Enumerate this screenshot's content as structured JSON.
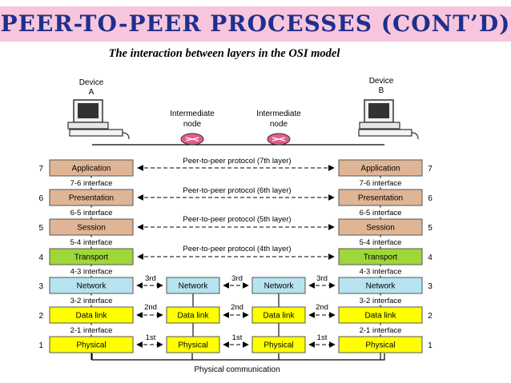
{
  "slide": {
    "title": "PEER-TO-PEER PROCESSES (CONT’D)",
    "subtitle": "The interaction between layers in the OSI model"
  },
  "devices": {
    "left_label": [
      "Device",
      "A"
    ],
    "right_label": [
      "Device",
      "B"
    ],
    "intermediate_label": [
      "Intermediate",
      "node"
    ]
  },
  "colors": {
    "title_bg": "#f7c6dd",
    "title_fg": "#1f2f8c",
    "upper_layers": "#e0b595",
    "transport": "#9fd63a",
    "network": "#b6e3ef",
    "data_link": "#ffff00",
    "physical": "#ffff00"
  },
  "layers": [
    {
      "num": "7",
      "name": "Application"
    },
    {
      "num": "6",
      "name": "Presentation"
    },
    {
      "num": "5",
      "name": "Session"
    },
    {
      "num": "4",
      "name": "Transport"
    },
    {
      "num": "3",
      "name": "Network"
    },
    {
      "num": "2",
      "name": "Data link"
    },
    {
      "num": "1",
      "name": "Physical"
    }
  ],
  "interfaces": [
    "7-6 interface",
    "6-5 interface",
    "5-4 interface",
    "4-3 interface",
    "3-2 interface",
    "2-1 interface"
  ],
  "protocols": [
    "Peer-to-peer protocol (7th layer)",
    "Peer-to-peer protocol (6th layer)",
    "Peer-to-peer protocol (5th layer)",
    "Peer-to-peer protocol (4th layer)"
  ],
  "hop_labels": {
    "network": "3rd",
    "data_link": "2nd",
    "physical": "1st"
  },
  "bottom_label": "Physical communication"
}
